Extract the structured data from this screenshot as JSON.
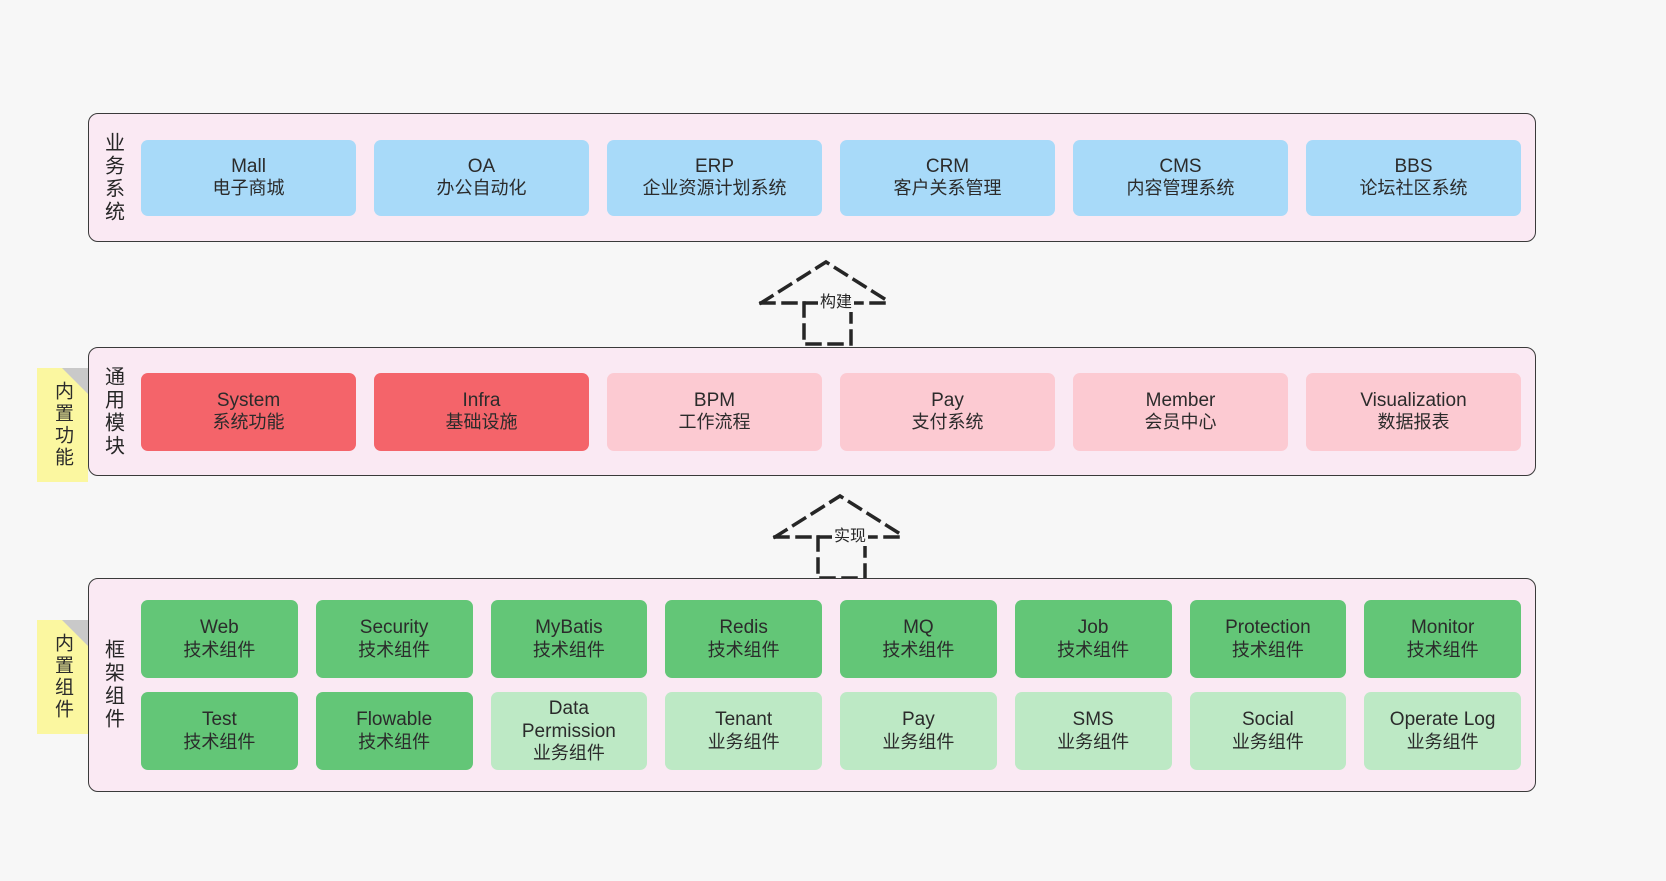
{
  "diagram": {
    "title_visible": false,
    "colors": {
      "canvas": "#f7f7f7",
      "layer_bg": "#fae9f3",
      "layer_border": "#3a3a3a",
      "business": "#a8daf9",
      "module_core": "#f4646a",
      "module_optional": "#fccad2",
      "component_tech": "#63c677",
      "component_biz": "#bde9c5",
      "sticky": "#fbf7a0",
      "sticky_fold": "#c9c9c9"
    }
  },
  "layers": {
    "business": {
      "title": "业务系统",
      "items": [
        {
          "en": "Mall",
          "cn": "电子商城"
        },
        {
          "en": "OA",
          "cn": "办公自动化"
        },
        {
          "en": "ERP",
          "cn": "企业资源计划系统"
        },
        {
          "en": "CRM",
          "cn": "客户关系管理"
        },
        {
          "en": "CMS",
          "cn": "内容管理系统"
        },
        {
          "en": "BBS",
          "cn": "论坛社区系统"
        }
      ]
    },
    "modules": {
      "title": "通用模块",
      "sticky": "内置功能",
      "items": [
        {
          "en": "System",
          "cn": "系统功能",
          "kind": "core"
        },
        {
          "en": "Infra",
          "cn": "基础设施",
          "kind": "core"
        },
        {
          "en": "BPM",
          "cn": "工作流程",
          "kind": "optional"
        },
        {
          "en": "Pay",
          "cn": "支付系统",
          "kind": "optional"
        },
        {
          "en": "Member",
          "cn": "会员中心",
          "kind": "optional"
        },
        {
          "en": "Visualization",
          "cn": "数据报表",
          "kind": "optional"
        }
      ]
    },
    "framework": {
      "title": "框架组件",
      "sticky": "内置组件",
      "row1": [
        {
          "en": "Web",
          "cn": "技术组件",
          "kind": "tech"
        },
        {
          "en": "Security",
          "cn": "技术组件",
          "kind": "tech"
        },
        {
          "en": "MyBatis",
          "cn": "技术组件",
          "kind": "tech"
        },
        {
          "en": "Redis",
          "cn": "技术组件",
          "kind": "tech"
        },
        {
          "en": "MQ",
          "cn": "技术组件",
          "kind": "tech"
        },
        {
          "en": "Job",
          "cn": "技术组件",
          "kind": "tech"
        },
        {
          "en": "Protection",
          "cn": "技术组件",
          "kind": "tech"
        },
        {
          "en": "Monitor",
          "cn": "技术组件",
          "kind": "tech"
        }
      ],
      "row2": [
        {
          "en": "Test",
          "cn": "技术组件",
          "kind": "tech"
        },
        {
          "en": "Flowable",
          "cn": "技术组件",
          "kind": "tech"
        },
        {
          "en": "Data Permission",
          "cn": "业务组件",
          "kind": "biz"
        },
        {
          "en": "Tenant",
          "cn": "业务组件",
          "kind": "biz"
        },
        {
          "en": "Pay",
          "cn": "业务组件",
          "kind": "biz"
        },
        {
          "en": "SMS",
          "cn": "业务组件",
          "kind": "biz"
        },
        {
          "en": "Social",
          "cn": "业务组件",
          "kind": "biz"
        },
        {
          "en": "Operate Log",
          "cn": "业务组件",
          "kind": "biz"
        }
      ]
    }
  },
  "arrows": [
    {
      "label": "构建",
      "direction": "up",
      "from": "通用模块",
      "to": "业务系统"
    },
    {
      "label": "实现",
      "direction": "up",
      "from": "框架组件",
      "to": "通用模块"
    }
  ]
}
